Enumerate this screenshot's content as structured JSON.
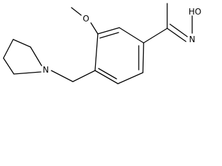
{
  "molecule": {
    "atom_labels": {
      "methoxy_oxygen": "O",
      "oxime_oxygen": "HO",
      "oxime_nitrogen": "N",
      "pyrrolidine_nitrogen": "N"
    }
  }
}
